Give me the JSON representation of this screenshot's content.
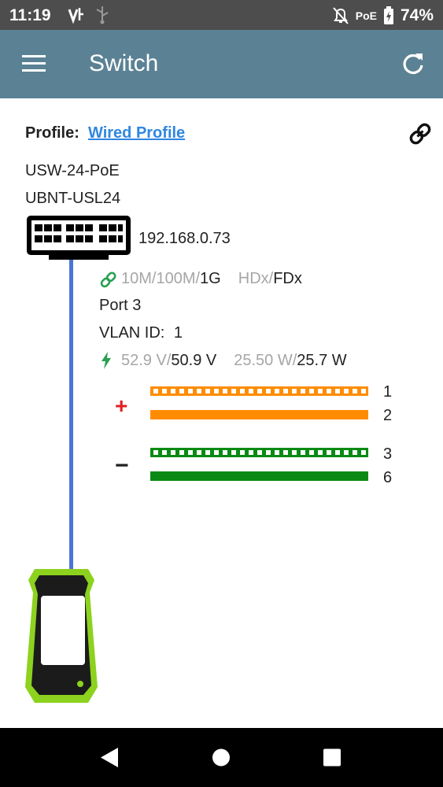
{
  "status_bar": {
    "time": "11:19",
    "icons": [
      "vpn-key-icon",
      "usb-share-icon",
      "notifications-off-icon",
      "poe-indicator",
      "battery-charging-icon"
    ],
    "poe_label": "PoE",
    "battery": "74%"
  },
  "app_bar": {
    "title": "Switch",
    "menu_icon": "hamburger-menu-icon",
    "refresh_icon": "refresh-icon",
    "bg_color": "#5b8194"
  },
  "profile": {
    "label": "Profile:",
    "name": "Wired Profile",
    "link_color": "#2f86e0"
  },
  "device": {
    "model": "USW-24-PoE",
    "name": "UBNT-USL24",
    "ip": "192.168.0.73"
  },
  "link": {
    "speed_options": "10M/100M/",
    "speed_active": "1G",
    "duplex_options": "HDx/",
    "duplex_active": "FDx",
    "port": "Port 3",
    "vlan_label": "VLAN ID:",
    "vlan_value": "1"
  },
  "poe": {
    "voltage_nominal": "52.9 V/",
    "voltage_measured": "50.9 V",
    "power_nominal": "25.50 W/",
    "power_measured": "25.7 W"
  },
  "wires": {
    "plus_sign": "+",
    "minus_sign": "−",
    "pins": [
      "1",
      "2",
      "3",
      "6"
    ],
    "colors": {
      "orange": "#ff8c00",
      "green": "#0a8a14",
      "cable": "#4a74d6"
    }
  },
  "nav": [
    "back-icon",
    "home-icon",
    "recents-icon"
  ]
}
